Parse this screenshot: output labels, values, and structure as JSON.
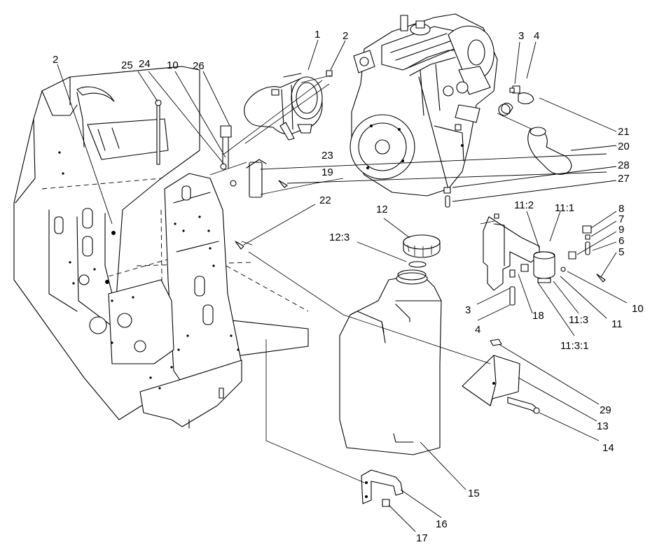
{
  "diagram": {
    "callouts": [
      {
        "id": "c1",
        "label": "1"
      },
      {
        "id": "c2a",
        "label": "2"
      },
      {
        "id": "c2b",
        "label": "2"
      },
      {
        "id": "c3a",
        "label": "3"
      },
      {
        "id": "c4a",
        "label": "4"
      },
      {
        "id": "c25",
        "label": "25"
      },
      {
        "id": "c24",
        "label": "24"
      },
      {
        "id": "c10a",
        "label": "10"
      },
      {
        "id": "c26",
        "label": "26"
      },
      {
        "id": "c21",
        "label": "21"
      },
      {
        "id": "c20",
        "label": "20"
      },
      {
        "id": "c23",
        "label": "23"
      },
      {
        "id": "c19",
        "label": "19"
      },
      {
        "id": "c28",
        "label": "28"
      },
      {
        "id": "c27",
        "label": "27"
      },
      {
        "id": "c22",
        "label": "22"
      },
      {
        "id": "c12",
        "label": "12"
      },
      {
        "id": "c12_3",
        "label": "12:3"
      },
      {
        "id": "c11_2",
        "label": "11:2"
      },
      {
        "id": "c11_1",
        "label": "11:1"
      },
      {
        "id": "c8",
        "label": "8"
      },
      {
        "id": "c7",
        "label": "7"
      },
      {
        "id": "c9",
        "label": "9"
      },
      {
        "id": "c6",
        "label": "6"
      },
      {
        "id": "c5",
        "label": "5"
      },
      {
        "id": "c3b",
        "label": "3"
      },
      {
        "id": "c18",
        "label": "18"
      },
      {
        "id": "c10b",
        "label": "10"
      },
      {
        "id": "c4b",
        "label": "4"
      },
      {
        "id": "c11_3",
        "label": "11:3"
      },
      {
        "id": "c11",
        "label": "11"
      },
      {
        "id": "c11_3_1",
        "label": "11:3:1"
      },
      {
        "id": "c29",
        "label": "29"
      },
      {
        "id": "c13",
        "label": "13"
      },
      {
        "id": "c14",
        "label": "14"
      },
      {
        "id": "c15",
        "label": "15"
      },
      {
        "id": "c16",
        "label": "16"
      },
      {
        "id": "c17",
        "label": "17"
      }
    ]
  }
}
